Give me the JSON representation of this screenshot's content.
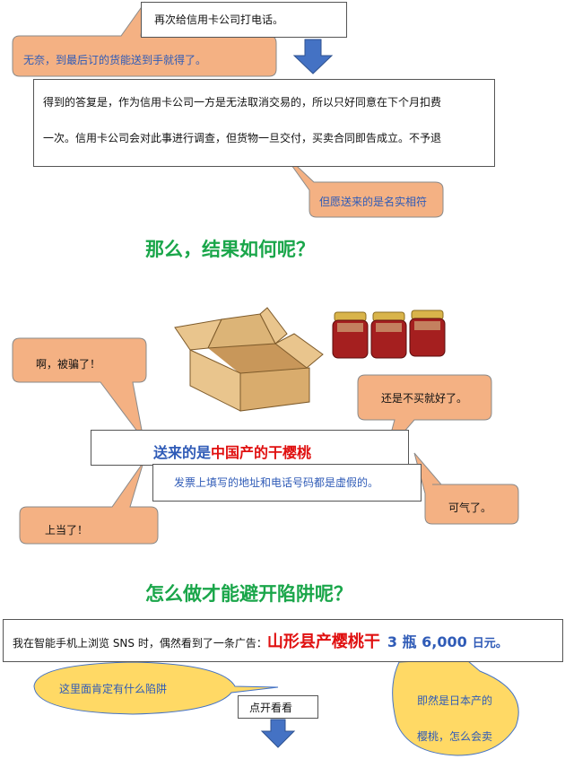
{
  "top_section": {
    "call_again": "再次给信用卡公司打电话。",
    "helpless": "无奈，到最后订的货能送到手就得了。",
    "answer_line1": "得到的答复是，作为信用卡公司一方是无法取消交易的，所以只好同意在下个月扣费",
    "answer_line2": "一次。信用卡公司会对此事进行调查，但货物一旦交付，买卖合同即告成立。不予退",
    "hope": "但愿送来的是名实相符"
  },
  "result_heading": "那么，结果如何呢？",
  "middle_section": {
    "cheated": "啊，被骗了！",
    "regret": "还是不买就好了。",
    "delivered_prefix": "送来的是",
    "delivered_highlight": "中国产的干樱桃",
    "invoice": "发票上填写的地址和电话号码都是虚假的。",
    "fooled": "上当了！",
    "angry": "可气了。"
  },
  "avoid_heading": "怎么做才能避开陷阱呢？",
  "bottom_section": {
    "ad_text": "我在智能手机上浏览 SNS 时，偶然看到了一条广告：",
    "ad_product": "山形县产樱桃干",
    "ad_price": "3 瓶 6,000",
    "ad_unit": "日元。",
    "trap": "这里面肯定有什么陷阱",
    "open_look": "点开看看",
    "japan_line1": "即然是日本产的",
    "japan_line2": "樱桃，怎么会卖"
  },
  "colors": {
    "bubble_orange": "#f4b183",
    "bubble_yellow": "#ffd965",
    "arrow_blue": "#4472c4",
    "heading_green": "#1aa64a",
    "highlight_red": "#e01010",
    "text_blue": "#2f5bb7"
  }
}
